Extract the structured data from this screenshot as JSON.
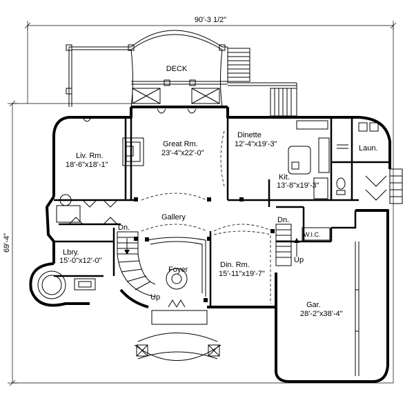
{
  "dimensions": {
    "width": "90'-3 1/2\"",
    "depth": "69'-4\""
  },
  "rooms": {
    "deck": "DECK",
    "great_room": {
      "name": "Great Rm.",
      "size": "23'-4\"x22'-0\""
    },
    "dinette": {
      "name": "Dinette",
      "size": "12'-4\"x19'-3\""
    },
    "living_room": {
      "name": "Liv. Rm.",
      "size": "18'-6\"x18'-1\""
    },
    "kitchen": {
      "name": "Kit.",
      "size": "13'-8\"x19'-3\""
    },
    "laundry": "Laun.",
    "gallery": "Gallery",
    "library": {
      "name": "Lbry.",
      "size": "15'-0\"x12'-0\""
    },
    "foyer": "Foyer",
    "dining_room": {
      "name": "Din. Rm.",
      "size": "15'-11\"x19'-7\""
    },
    "garage": {
      "name": "Gar.",
      "size": "28'-2\"x38'-4\""
    },
    "walk_in_closet": "W.I.C."
  },
  "stair_labels": {
    "main_down": "Dn.",
    "main_up": "Up",
    "rear_down": "Dn.",
    "rear_up": "Up"
  }
}
